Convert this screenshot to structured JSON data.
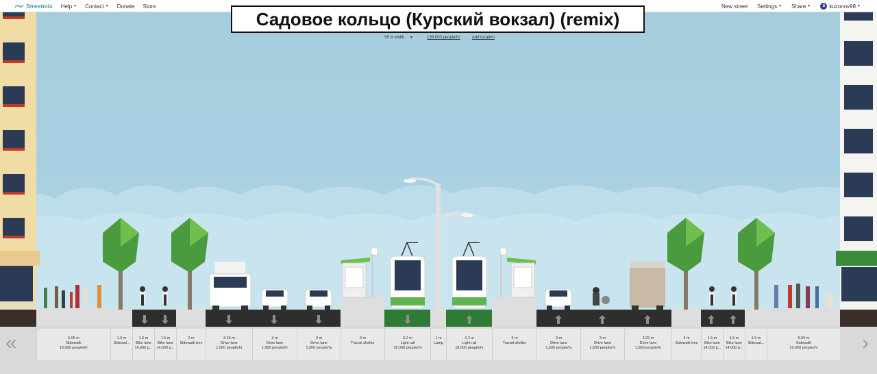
{
  "menubar": {
    "logo_text": "Streetmix",
    "left_items": [
      "Help",
      "Contact",
      "Donate",
      "Store"
    ],
    "right_items": [
      "New street",
      "Settings",
      "Share"
    ],
    "user_initial": "S",
    "user_name": "kuzonov98"
  },
  "title": "Садовое кольцо (Курский вокзал) (remix)",
  "meta": {
    "width": "55 m width",
    "capacity": "139,000 people/hr",
    "location": "Add location"
  },
  "segments": [
    {
      "width": "5.05 m",
      "name": "Sidewalk",
      "people": "19,000 people/hr"
    },
    {
      "width": "1.5 m",
      "name": "Sidewal...",
      "people": ""
    },
    {
      "width": "1.5 m",
      "name": "Bike lane",
      "people": "14,000 p..."
    },
    {
      "width": "1.5 m",
      "name": "Bike lane",
      "people": "14,000 p..."
    },
    {
      "width": "2 m",
      "name": "Sidewalk tree",
      "people": ""
    },
    {
      "width": "3.25 m",
      "name": "Drive lane",
      "people": "1,500 people/hr"
    },
    {
      "width": "3 m",
      "name": "Drive lane",
      "people": "1,500 people/hr"
    },
    {
      "width": "3 m",
      "name": "Drive lane",
      "people": "1,500 people/hr"
    },
    {
      "width": "3 m",
      "name": "Transit shelter",
      "people": ""
    },
    {
      "width": "3.2 m",
      "name": "Light rail",
      "people": "18,000 people/hr"
    },
    {
      "width": "1 m",
      "name": "Lamp",
      "people": ""
    },
    {
      "width": "3.2 m",
      "name": "Light rail",
      "people": "18,000 people/hr"
    },
    {
      "width": "3 m",
      "name": "Transit shelter",
      "people": ""
    },
    {
      "width": "3 m",
      "name": "Drive lane",
      "people": "1,500 people/hr"
    },
    {
      "width": "3 m",
      "name": "Drive lane",
      "people": "1,500 people/hr"
    },
    {
      "width": "3.25 m",
      "name": "Drive lane",
      "people": "1,500 people/hr"
    },
    {
      "width": "2 m",
      "name": "Sidewalk tree",
      "people": ""
    },
    {
      "width": "1.5 m",
      "name": "Bike lane",
      "people": "14,000 p..."
    },
    {
      "width": "1.5 m",
      "name": "Bike lane",
      "people": "14,000 p..."
    },
    {
      "width": "1.5 m",
      "name": "Sidewal...",
      "people": ""
    },
    {
      "width": "5.05 m",
      "name": "Sidewalk",
      "people": "19,000 people/hr"
    }
  ],
  "nav": {
    "prev": "«",
    "next": "›"
  },
  "colors": {
    "accent": "#4a93b4",
    "asphalt": "#2e2e2e",
    "sidewalk": "#dcdcdc",
    "grass": "#3a8c3c",
    "sky": "#a9cfe0"
  }
}
